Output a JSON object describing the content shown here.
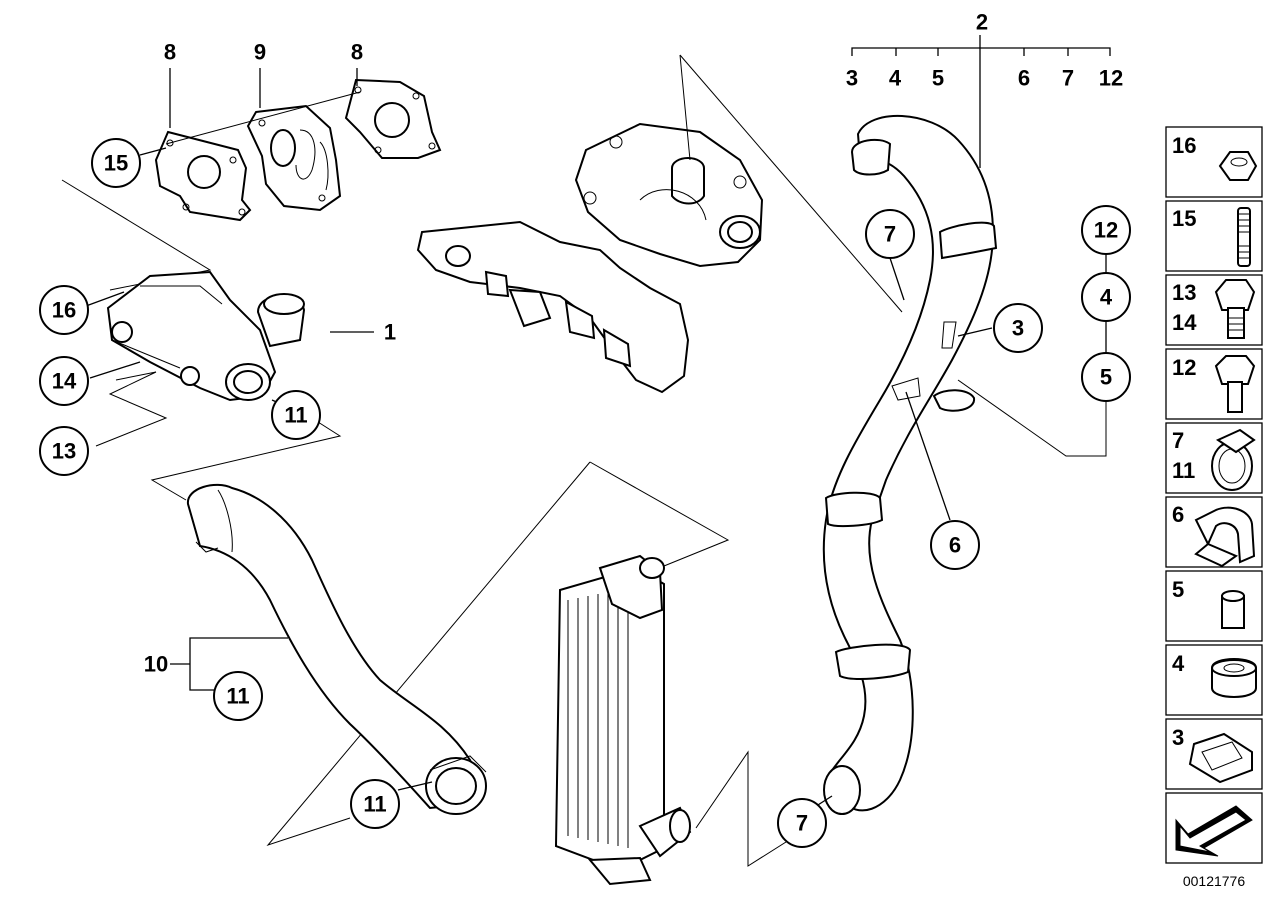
{
  "callouts": [
    {
      "label": "15"
    },
    {
      "label": "16"
    },
    {
      "label": "14"
    },
    {
      "label": "13"
    },
    {
      "label": "11"
    },
    {
      "label": "7"
    },
    {
      "label": "3"
    },
    {
      "label": "12"
    },
    {
      "label": "4"
    },
    {
      "label": "5"
    },
    {
      "label": "6"
    },
    {
      "label": "11"
    },
    {
      "label": "11"
    },
    {
      "label": "7"
    }
  ],
  "plain_labels": [
    {
      "label": "8"
    },
    {
      "label": "9"
    },
    {
      "label": "8"
    },
    {
      "label": "1"
    },
    {
      "label": "2"
    },
    {
      "label": "10"
    }
  ],
  "group2_labels": [
    "3",
    "4",
    "5",
    "6",
    "7",
    "12"
  ],
  "legend": [
    {
      "labels": [
        "16"
      ],
      "icon": "hex-nut-icon"
    },
    {
      "labels": [
        "15"
      ],
      "icon": "stud-bolt-icon"
    },
    {
      "labels": [
        "13",
        "14"
      ],
      "icon": "hex-bolt-icon"
    },
    {
      "labels": [
        "12"
      ],
      "icon": "hex-bolt-icon"
    },
    {
      "labels": [
        "7",
        "11"
      ],
      "icon": "hose-clamp-icon"
    },
    {
      "labels": [
        "6"
      ],
      "icon": "holder-clip-icon"
    },
    {
      "labels": [
        "5"
      ],
      "icon": "bushing-icon"
    },
    {
      "labels": [
        "4"
      ],
      "icon": "grommet-icon"
    },
    {
      "labels": [
        "3"
      ],
      "icon": "spring-clip-icon"
    },
    {
      "labels": [],
      "icon": "direction-arrow-icon"
    }
  ],
  "diagram_ref": "00121776"
}
